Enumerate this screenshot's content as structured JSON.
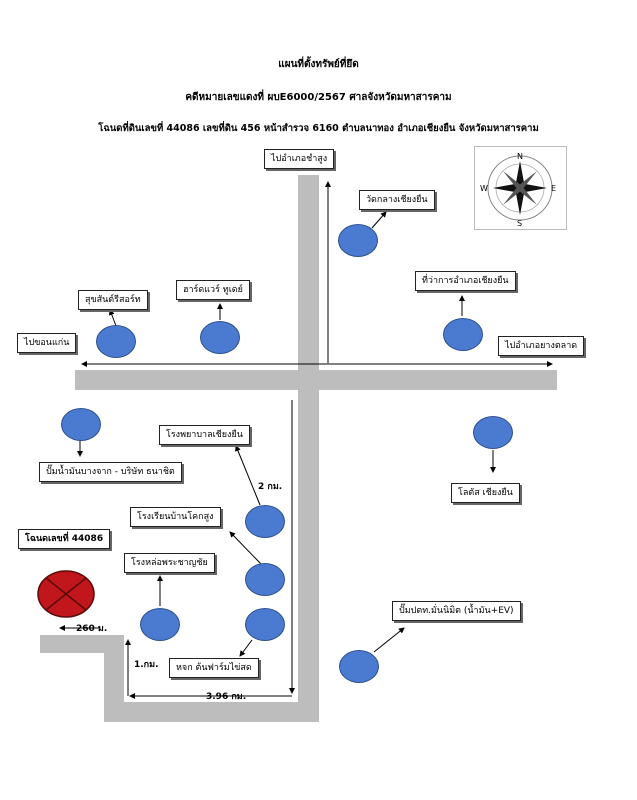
{
  "header": {
    "title": "แผนที่ตั้งทรัพย์ที่ยึด",
    "case": "คดีหมายเลขแดงที่ ผบE6000/2567 ศาลจังหวัดมหาสารคาม",
    "deed": "โฉนดที่ดินเลขที่ 44086 เลขที่ดิน 456 หน้าสำรวจ 6160 ตำบลนาทอง อำเภอเชียงยืน จังหวัดมหาสารคาม"
  },
  "compass": {
    "n": "N",
    "s": "S",
    "e": "E",
    "w": "W"
  },
  "labels": {
    "to_champhon": "ไปอำเภอชำสูง",
    "wat": "วัดกลางเชียงยืน",
    "district_office": "ที่ว่าการอำเภอเชียงยืน",
    "to_yangtalat": "ไปอำเภอยางตลาด",
    "to_khonkaen": "ไปขอนแก่น",
    "resort": "สุขสันต์รีสอร์ท",
    "hardware": "ฮาร์ดแวร์ ทูเดย์",
    "hospital": "โรงพยาบาลเชียงยืน",
    "gas_bangchak": "ปั๊มน้ำมันบางจาก - บริษัท ธนาชิต",
    "lotus": "โลตัส เชียงยืน",
    "school": "โรงเรียนบ้านโคกสูง",
    "deed_no": "โฉนดเลขที่ 44086",
    "mill": "โรงหล่อพระชาญชัย",
    "ptt": "ปั๊มปตท.มั่นนิมิต (น้ำมัน+EV)",
    "farm": "หจก ต้นฟาร์มไข่สด"
  },
  "distances": {
    "d2km": "2 กม.",
    "d260m": "260 ม.",
    "d1km": "1.กม.",
    "d396km": "3.96 กม."
  },
  "colors": {
    "road": "#bdbdbd",
    "marker": "#4a7bd1",
    "target": "#c0161c"
  }
}
